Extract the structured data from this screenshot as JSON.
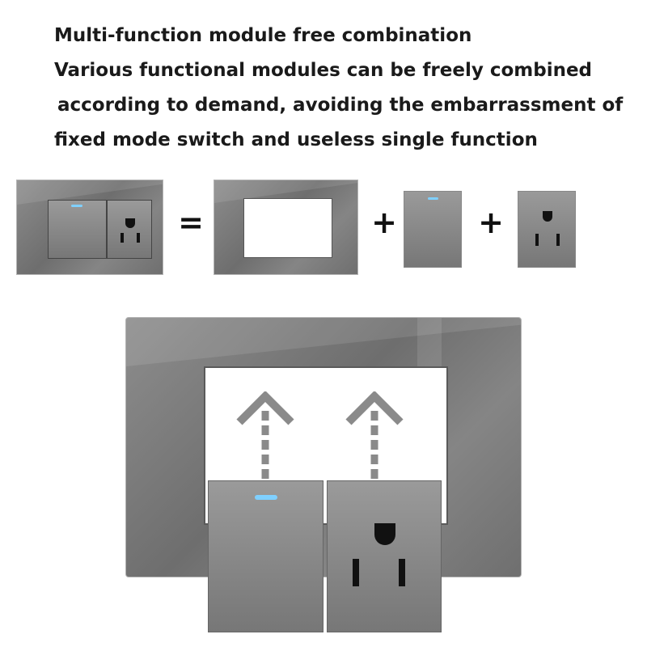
{
  "headline": {
    "line1": "Multi-function module free combination",
    "line2": "Various functional modules can be freely combined",
    "line3": " according to demand, avoiding the embarrassment of",
    "line4": "fixed mode switch and useless single function"
  },
  "equation": {
    "equals": "=",
    "plus": "+"
  },
  "colors": {
    "plate_gray": "#7a7a7a",
    "indicator_blue": "#7fd0ff",
    "arrow_gray": "#8a8a8a",
    "text": "#1a1a1a"
  },
  "icons": [
    "switch-module-icon",
    "outlet-module-icon",
    "frame-icon",
    "arrow-up-icon",
    "equals-icon",
    "plus-icon"
  ]
}
